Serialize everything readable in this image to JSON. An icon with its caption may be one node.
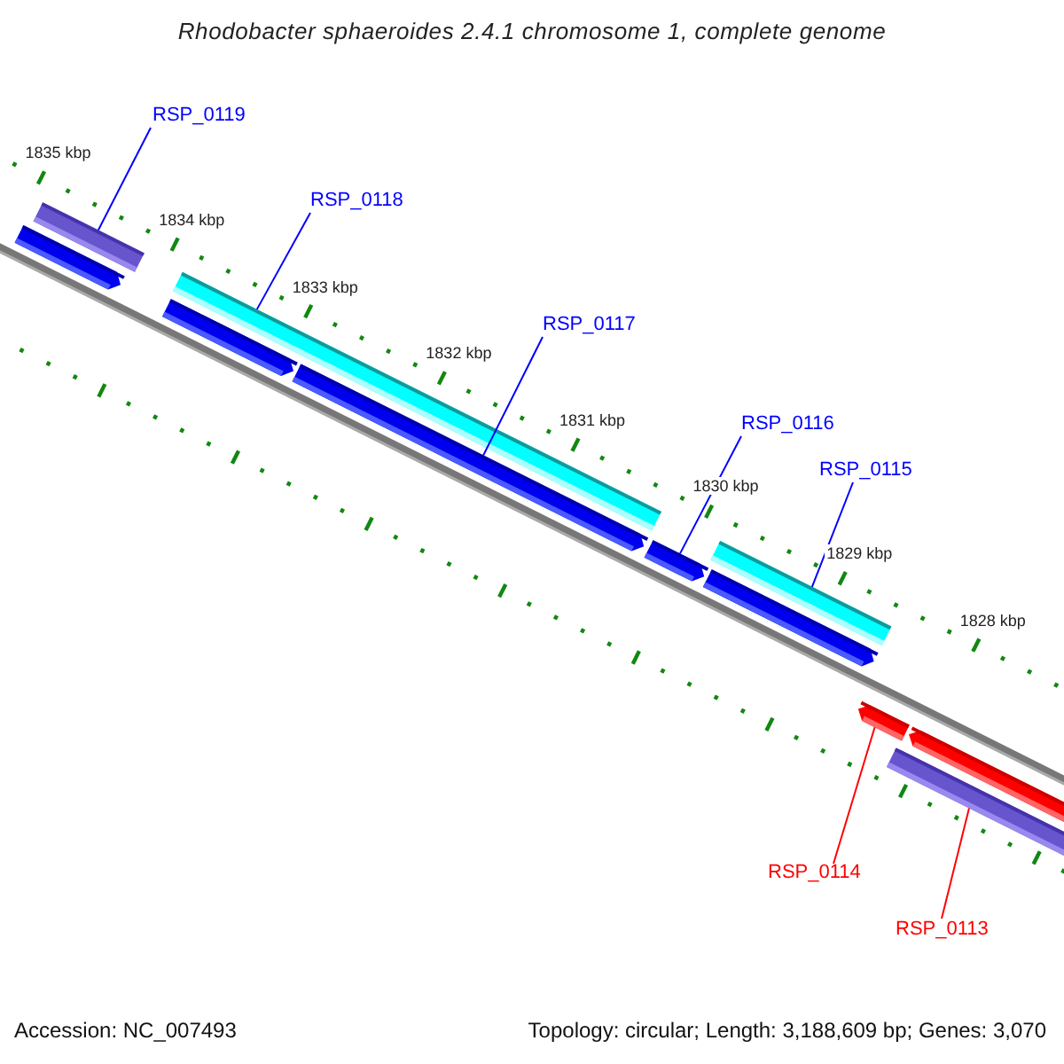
{
  "diagram": {
    "title": "Rhodobacter sphaeroides 2.4.1 chromosome 1, complete genome",
    "nodes": [
      {
        "text": [
          "RSP_0119"
        ]
      },
      {
        "text": [
          "RSP_0118"
        ]
      },
      {
        "text": [
          "RSP_0117"
        ]
      },
      {
        "text": [
          "RSP_0116"
        ]
      },
      {
        "text": [
          "RSP_0115"
        ]
      },
      {
        "text": [
          "RSP_0114"
        ]
      },
      {
        "text": [
          "RSP_0113"
        ]
      },
      {
        "text": [],
        "shape": "bar"
      },
      {
        "text": [],
        "shape": "bar"
      },
      {
        "text": [],
        "shape": "bar"
      },
      {
        "text": [],
        "shape": "bar"
      },
      {
        "text": [],
        "shape": "bar"
      },
      {
        "text": [],
        "shape": "bar"
      },
      {
        "text": [],
        "shape": "bar"
      }
    ],
    "edges": [
      {
        "from": 0,
        "to": 7,
        "arrow": "none"
      },
      {
        "from": 1,
        "to": 8,
        "arrow": "none"
      },
      {
        "from": 2,
        "to": 9,
        "arrow": "none"
      },
      {
        "from": 3,
        "to": 10,
        "arrow": "none"
      },
      {
        "from": 4,
        "to": 11,
        "arrow": "none"
      },
      {
        "from": 5,
        "to": 12,
        "arrow": "none",
        "color": "#ff0000"
      },
      {
        "from": 6,
        "to": 13,
        "arrow": "none",
        "color": "#ff0000"
      }
    ],
    "labels": [
      "1835 kbp",
      "1834 kbp",
      "1833 kbp",
      "1832 kbp",
      "1831 kbp",
      "1830 kbp",
      "1829 kbp",
      "1828 kbp",
      "Accession: NC_007493",
      "Topology: circular; Length: 3,188,609 bp; Genes: 3,070"
    ]
  }
}
